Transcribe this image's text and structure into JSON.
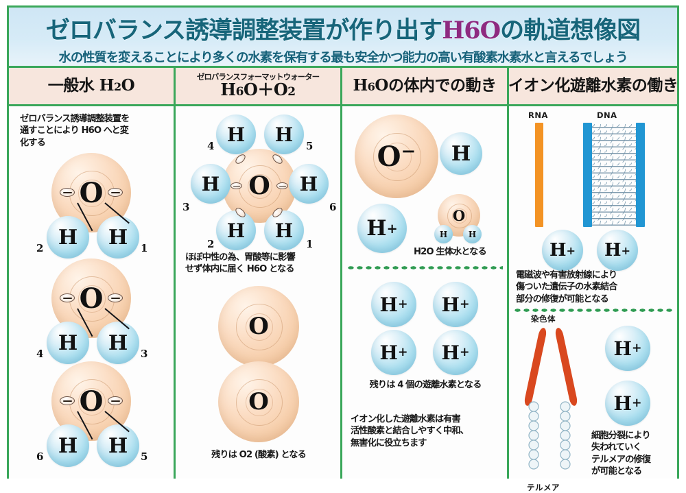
{
  "title": {
    "main_pre": "ゼロバランス誘導調整装置が作り出す",
    "main_hl": "H6O",
    "main_post": "の軌道想像図",
    "sub": "水の性質を変えることにより多くの水素を保有する最も安全かつ能力の高い有酸素水素水と言えるでしょう"
  },
  "columns": [
    {
      "id": "general-water",
      "header_small": "",
      "header_main": "一般水 H2O",
      "caption_top": "ゼロバランス誘導調整装置を\n通すことにより H6O へと変\n化する",
      "molecules": [
        {
          "center": "O",
          "hydrogens": [
            "H",
            "H"
          ],
          "labels": [
            "2",
            "1"
          ]
        },
        {
          "center": "O",
          "hydrogens": [
            "H",
            "H"
          ],
          "labels": [
            "4",
            "3"
          ]
        },
        {
          "center": "O",
          "hydrogens": [
            "H",
            "H"
          ],
          "labels": [
            "6",
            "5"
          ]
        }
      ]
    },
    {
      "id": "zero-balance-water",
      "header_small": "ゼロバランスフォーマットウォーター",
      "header_main": "H6O＋O2",
      "molecule": {
        "center": "O",
        "hydrogens": [
          "H",
          "H",
          "H",
          "H",
          "H",
          "H"
        ],
        "labels": [
          "1",
          "2",
          "3",
          "4",
          "5",
          "6"
        ]
      },
      "caption_mid": "ほぼ中性の為、胃酸等に影響\nせず体内に届く H6O となる",
      "oxygen_pair": [
        "O",
        "O"
      ],
      "caption_bottom": "残りは O2 (酸素) となる"
    },
    {
      "id": "h6o-in-body",
      "header_main": "H6Oの体内での動き",
      "oh_pair": {
        "oxygen": "O",
        "oxygen_charge": "−",
        "hydrogen": "H"
      },
      "water_small": {
        "oxygen": "O",
        "hydrogens": [
          "H",
          "H"
        ]
      },
      "free_proton": "H",
      "caption_water": "H2O 生体水となる",
      "protons": [
        "H",
        "H",
        "H",
        "H"
      ],
      "caption_protons": "残りは 4 個の遊離水素となる",
      "caption_bottom": "イオン化した遊離水素は有害\n活性酸素と結合しやすく中和、\n無害化に役立ちます"
    },
    {
      "id": "ionized-hydrogen",
      "header_main": "イオン化遊離水素の働き",
      "rna_label": "RNA",
      "dna_label": "DNA",
      "protons_top": [
        "H",
        "H"
      ],
      "caption_top": "電磁波や有害放射線により\n傷ついた遺伝子の水素結合\n部分の修復が可能となる",
      "chromosome_label": "染色体",
      "telomere_label": "テルメア",
      "protons_bottom": [
        "H",
        "H"
      ],
      "caption_bottom": "細胞分裂により\n失われていく\nテルメアの修復\nが可能となる"
    }
  ],
  "colors": {
    "frame_green": "#3aa75a",
    "title_teal": "#17657a",
    "title_highlight": "#8e2a80",
    "header_peach": "#f7e6dd",
    "title_band": "#d6ebf7",
    "rna_orange": "#f39324",
    "dna_blue": "#2196d3",
    "chromosome_red": "#d9481f"
  }
}
